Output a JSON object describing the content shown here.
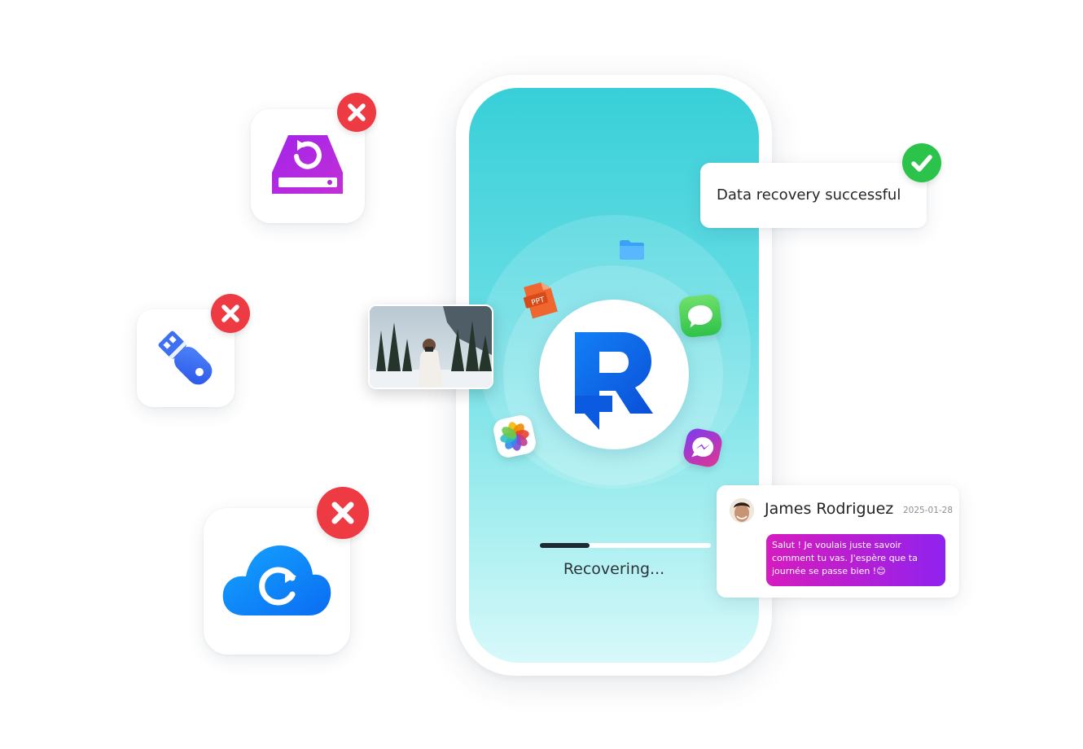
{
  "status": {
    "recovering_label": "Recovering...",
    "progress": 0.29,
    "success_label": "Data recovery successful"
  },
  "chat": {
    "name": "James Rodriguez",
    "date": "2025-01-28",
    "message": "Salut ! Je voulais juste savoir comment tu vas. J'espère que ta journée se passe bien !😊"
  },
  "icons": {
    "ppt_label": "PPT"
  },
  "colors": {
    "error_badge": "#ee3a43",
    "success_badge": "#2cc34a",
    "brand_blue": "#1472f0",
    "screen_top": "#38cfd8",
    "screen_bottom": "#d8f9fa"
  },
  "sources": [
    "drive-backup-icon",
    "usb-drive-icon",
    "cloud-sync-icon"
  ]
}
